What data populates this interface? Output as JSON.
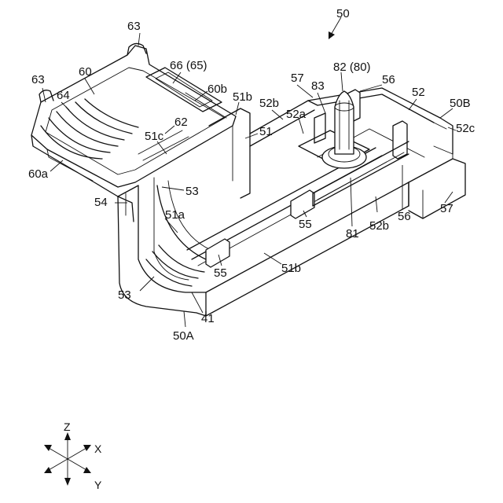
{
  "figure": {
    "labels": {
      "l50": "50",
      "l63a": "63",
      "l63b": "63",
      "l60": "60",
      "l64": "64",
      "l66": "66 (65)",
      "l60b": "60b",
      "l51b_top": "51b",
      "l52b_top": "52b",
      "l57_top": "57",
      "l83": "83",
      "l82": "82 (80)",
      "l56_top": "56",
      "l52": "52",
      "l50B": "50B",
      "l52a": "52a",
      "l52c": "52c",
      "l62": "62",
      "l51c": "51c",
      "l51": "51",
      "l60a": "60a",
      "l54": "54",
      "l53_top": "53",
      "l51a": "51a",
      "l55_mid": "55",
      "l81": "81",
      "l52b_bot": "52b",
      "l56_bot": "56",
      "l57_bot": "57",
      "l55_low": "55",
      "l51b_low": "51b",
      "l53_low": "53",
      "l41": "41",
      "l50A": "50A"
    },
    "axes": {
      "z": "Z",
      "x": "X",
      "y": "Y"
    }
  }
}
